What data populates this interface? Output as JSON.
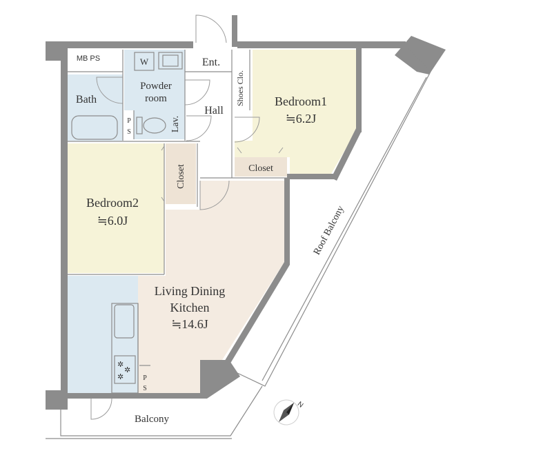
{
  "rooms": {
    "mb_ps": "MB PS",
    "washer": "W",
    "entrance": "Ent.",
    "powder_line1": "Powder",
    "powder_line2": "room",
    "bath": "Bath",
    "ps_upper_p": "P",
    "ps_upper_s": "S",
    "lav": "Lav.",
    "hall": "Hall",
    "shoes_closet": "Shoes Clo.",
    "bedroom1_name": "Bedroom1",
    "bedroom1_size": "≒6.2J",
    "closet1": "Closet",
    "closet2": "Closet",
    "bedroom2_name": "Bedroom2",
    "bedroom2_size": "≒6.0J",
    "ldk_line1": "Living Dining",
    "ldk_line2": "Kitchen",
    "ldk_size": "≒14.6J",
    "ps_lower_p": "P",
    "ps_lower_s": "S",
    "roof_balcony": "Roof Balcony",
    "balcony": "Balcony",
    "compass_n": "N"
  },
  "colors": {
    "bedroom": "#f6f3d8",
    "wet_area": "#dce9f1",
    "ldk": "#f4ebe1",
    "wall": "#8c8c8c"
  }
}
